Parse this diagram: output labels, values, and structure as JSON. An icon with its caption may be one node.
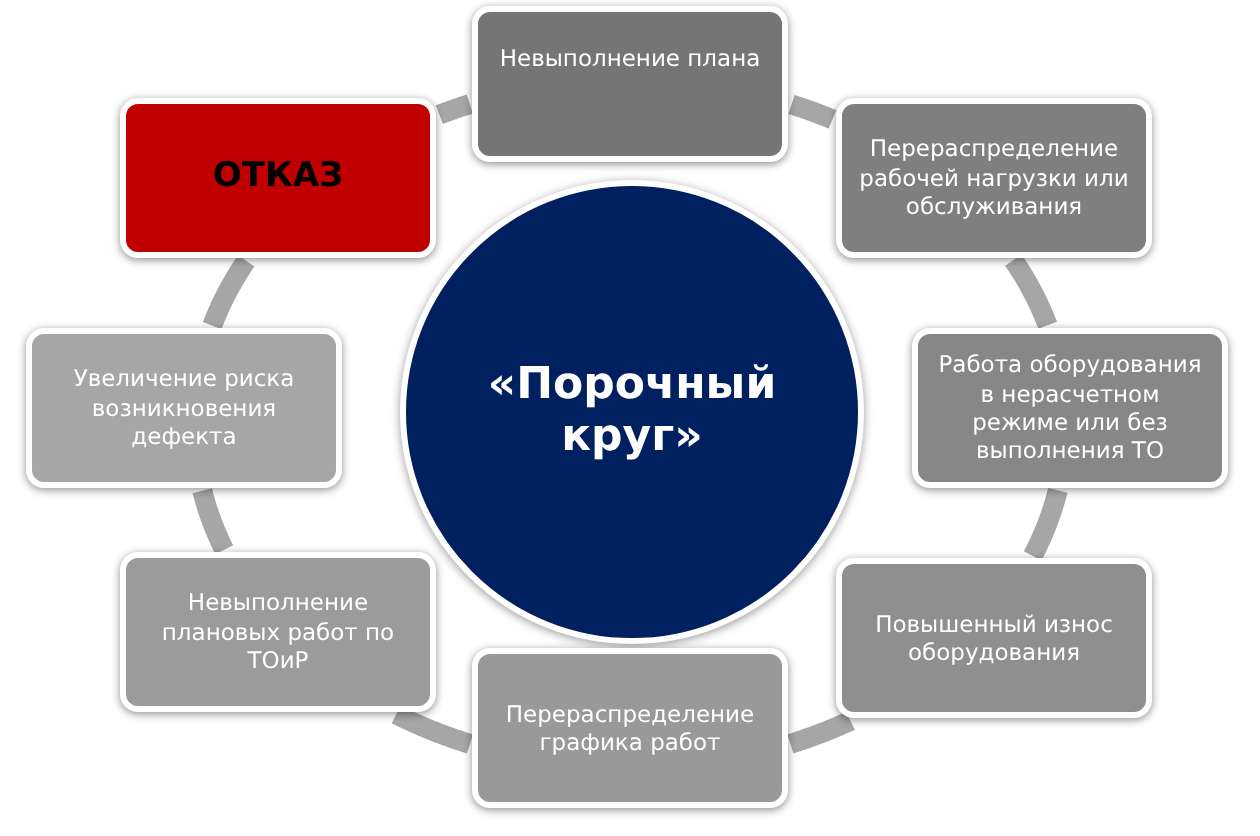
{
  "diagram": {
    "nodes": [
      {
        "text": [
          "«Порочный круг»"
        ]
      },
      {
        "text": [
          "Невыполнение плана"
        ]
      },
      {
        "text": [
          "Перераспределение рабочей нагрузки или обслуживания"
        ]
      },
      {
        "text": [
          "Работа оборудования в нерасчетном режиме или без выполнения ТО"
        ]
      },
      {
        "text": [
          "Повышенный износ оборудования"
        ]
      },
      {
        "text": [
          "Перераспределение графика работ"
        ]
      },
      {
        "text": [
          "Невыполнение плановых работ по ТОиР"
        ]
      },
      {
        "text": [
          "Увеличение риска возникновения дефекта"
        ]
      },
      {
        "text": [
          "ОТКАЗ"
        ]
      }
    ],
    "edges": [
      {
        "from": 1,
        "to": 2,
        "arrow": "none"
      },
      {
        "from": 2,
        "to": 3,
        "arrow": "none"
      },
      {
        "from": 3,
        "to": 4,
        "arrow": "none"
      },
      {
        "from": 4,
        "to": 5,
        "arrow": "none"
      },
      {
        "from": 5,
        "to": 6,
        "arrow": "none"
      },
      {
        "from": 6,
        "to": 7,
        "arrow": "none"
      },
      {
        "from": 7,
        "to": 8,
        "arrow": "none"
      },
      {
        "from": 8,
        "to": 1,
        "arrow": "none"
      }
    ]
  }
}
